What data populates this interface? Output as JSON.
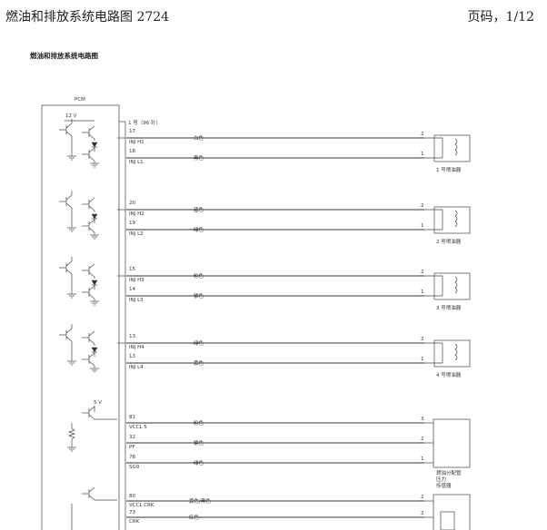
{
  "header": {
    "title": "燃油和排放系统电路图 2724",
    "page": "页码，1/12"
  },
  "subtitle": "燃油和排放系统电路图",
  "module": {
    "label": "PCM",
    "v12": "12 V",
    "v5": "5 V",
    "connector": "1 号（96 针）"
  },
  "injectors": [
    {
      "pinHi": "17",
      "pinHiName": "INJ H1",
      "pinLo": "18",
      "pinLoName": "INJ L1",
      "colorHi": "白色",
      "colorLo": "黑色",
      "label": "1 号喷油器"
    },
    {
      "pinHi": "20",
      "pinHiName": "INJ H2",
      "pinLo": "19",
      "pinLoName": "INJ L2",
      "colorHi": "蓝色",
      "colorLo": "绿色",
      "label": "2 号喷油器"
    },
    {
      "pinHi": "15",
      "pinHiName": "INJ H3",
      "pinLo": "14",
      "pinLoName": "INJ L3",
      "colorHi": "粉色",
      "colorLo": "紫色",
      "label": "3 号喷油器"
    },
    {
      "pinHi": "13",
      "pinHiName": "INJ H4",
      "pinLo": "13",
      "pinLoName": "INJ L4",
      "colorHi": "绿色",
      "colorLo": "黄色",
      "label": "4 号喷油器"
    }
  ],
  "map_sensor": {
    "pins": [
      {
        "pin": "81",
        "name": "VCCL 5",
        "color": "粉色"
      },
      {
        "pin": "32",
        "name": "PF",
        "color": "紫色"
      },
      {
        "pin": "78",
        "name": "SG9",
        "color": "绿色"
      }
    ],
    "label_lines": [
      "燃油分配管",
      "压力",
      "传感器"
    ]
  },
  "crank_sensor": {
    "pins": [
      {
        "pin": "80",
        "name": "VCCL CRK",
        "color": "黄色/黑色"
      },
      {
        "pin": "73",
        "name": "CRK",
        "color": "红色"
      }
    ]
  },
  "connector_pins": {
    "a": "2",
    "b": "1",
    "c": "3"
  }
}
